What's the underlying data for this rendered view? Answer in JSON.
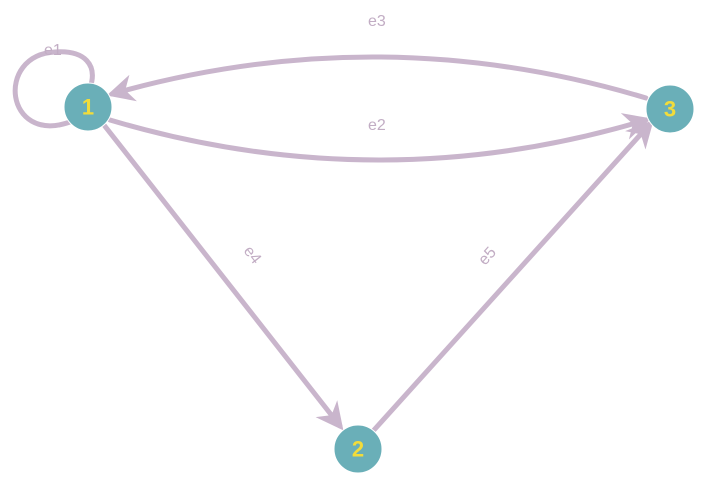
{
  "colors": {
    "edge": "#c9b5cc",
    "node_fill": "#6aafb8",
    "node_text": "#f2dc3a",
    "edge_text": "#c2adc4"
  },
  "nodes": [
    {
      "id": "1",
      "label": "1"
    },
    {
      "id": "2",
      "label": "2"
    },
    {
      "id": "3",
      "label": "3"
    }
  ],
  "edges": [
    {
      "id": "e1",
      "label": "e1",
      "source": "1",
      "target": "1"
    },
    {
      "id": "e2",
      "label": "e2",
      "source": "1",
      "target": "3"
    },
    {
      "id": "e3",
      "label": "e3",
      "source": "3",
      "target": "1"
    },
    {
      "id": "e4",
      "label": "e4",
      "source": "1",
      "target": "2"
    },
    {
      "id": "e5",
      "label": "e5",
      "source": "2",
      "target": "3"
    }
  ]
}
